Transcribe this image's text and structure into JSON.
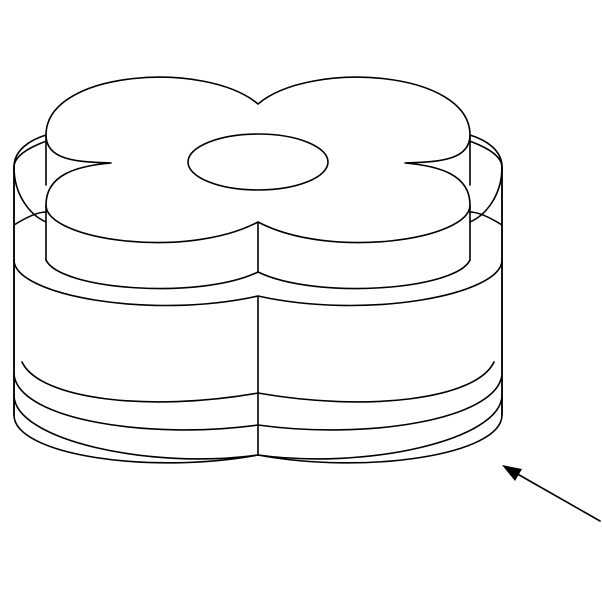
{
  "figure": {
    "stroke_color": "#000000",
    "fill_color": "#ffffff",
    "shape": "quatrefoil-solid",
    "view": "isometric"
  },
  "arrow": {
    "icon": "arrow-icon",
    "direction": "up-left"
  }
}
